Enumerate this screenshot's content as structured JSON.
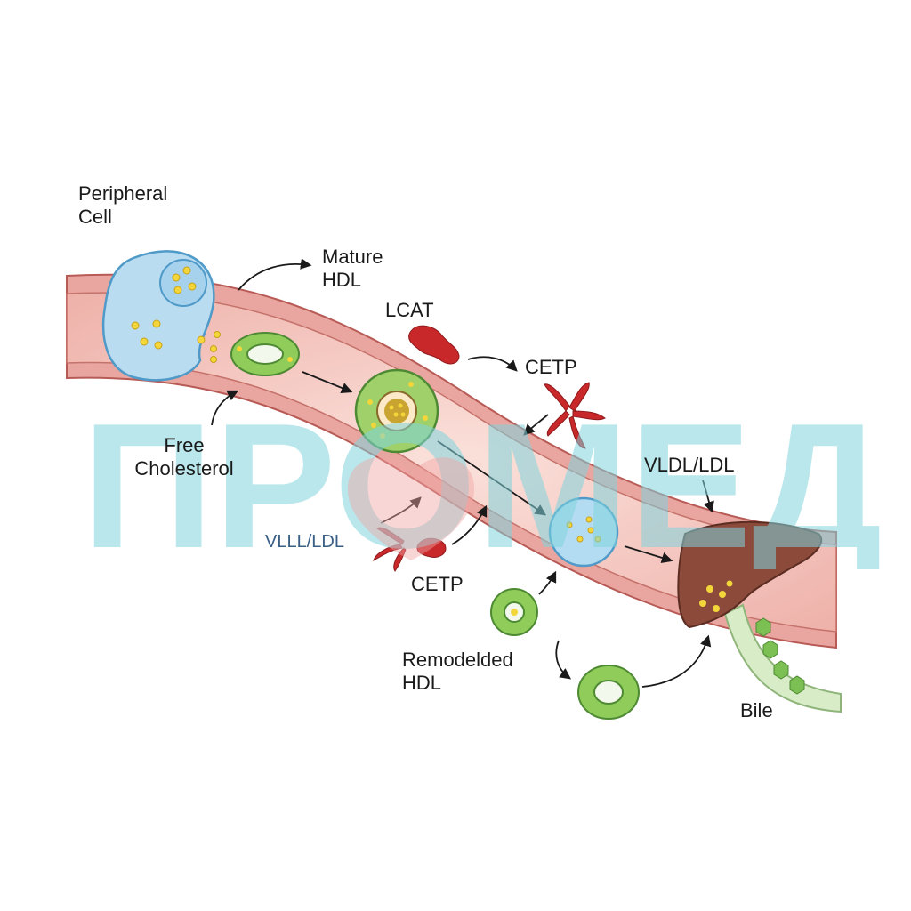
{
  "diagram": {
    "labels": {
      "peripheral_cell": "Peripheral Cell",
      "mature_hdl": "Mature HDL",
      "lcat": "LCAT",
      "cetp_top": "CETP",
      "free_cholesterol": "Free Cholesterol",
      "vldl_ldl_right": "VLDL/LDL",
      "vlll_ldl_left": "VLLL/LDL",
      "cetp_bottom": "CETP",
      "remodeled_hdl": "Remodelded HDL",
      "bile": "Bile"
    },
    "watermark": {
      "text": "ПРОМЕД"
    },
    "colors": {
      "vessel_wall": "#e9a6a0",
      "vessel_lumen": "#f5c9c2",
      "vessel_stroke": "#b85a55",
      "hdl_green": "#8fcc5a",
      "cell_blue": "#b9dcf0",
      "liver": "#8b4a3a",
      "enzyme_red": "#c8282a",
      "cholesterol_yellow": "#f3d63a",
      "watermark_cyan": "#7fd3dc",
      "watermark_red": "#f2a3a3"
    }
  }
}
